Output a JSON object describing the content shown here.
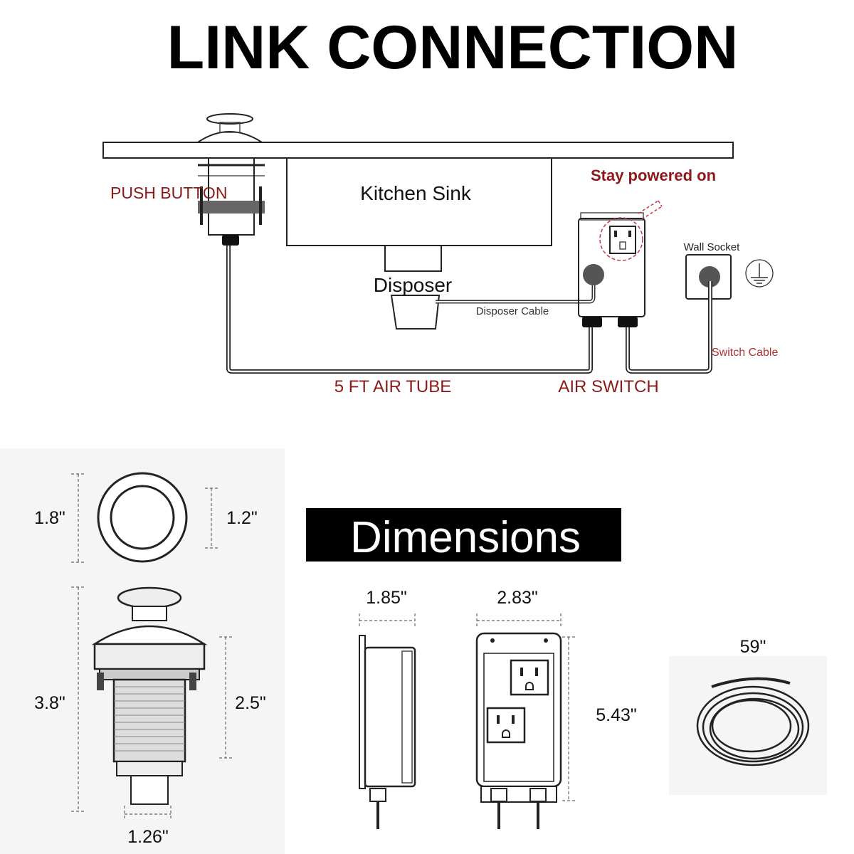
{
  "title": "LINK CONNECTION",
  "connection": {
    "push_button": "PUSH BUTTON",
    "kitchen_sink": "Kitchen Sink",
    "disposer": "Disposer",
    "disposer_cable": "Disposer Cable",
    "stay_powered_on": "Stay powered on",
    "wall_socket": "Wall Socket",
    "switch_cable": "Switch Cable",
    "air_tube": "5 FT AIR TUBE",
    "air_switch": "AIR SWITCH"
  },
  "dimensions": {
    "heading": "Dimensions",
    "ring_outer": "1.8\"",
    "ring_inner": "1.2\"",
    "button_height": "3.8\"",
    "button_thread": "2.5\"",
    "button_base": "1.26\"",
    "switch_depth": "1.85\"",
    "switch_width": "2.83\"",
    "switch_height": "5.43\"",
    "tube_length": "59\""
  },
  "colors": {
    "label_red": "#8b1a1a",
    "heading_bg": "#000000"
  }
}
